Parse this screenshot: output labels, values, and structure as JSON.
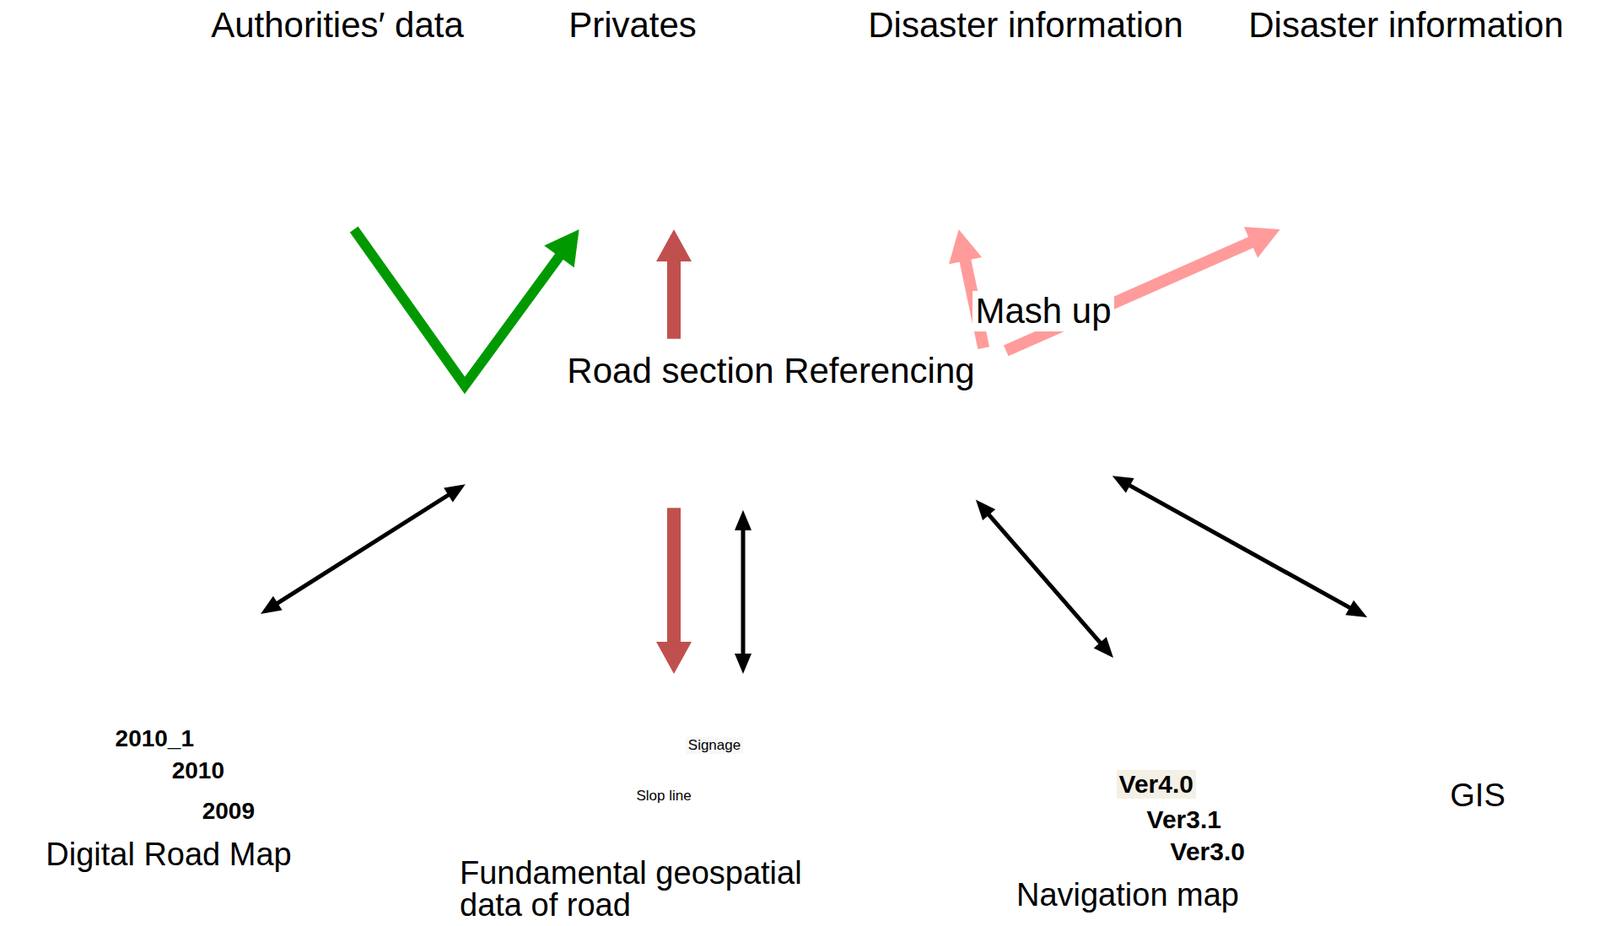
{
  "diagram": {
    "nodes": [
      {
        "text": [
          "Authorities′ data"
        ]
      },
      {
        "text": [
          "Privates"
        ]
      },
      {
        "text": [
          "Disaster information"
        ]
      },
      {
        "text": [
          "Disaster information"
        ]
      },
      {
        "text": [
          "Mash up"
        ]
      },
      {
        "text": [
          "Road section Referencing"
        ]
      },
      {
        "text": [
          "2010_1",
          "2010",
          "2009",
          "Digital Road Map"
        ]
      },
      {
        "text": [
          "Signage",
          "Slop line",
          "Fundamental geospatial data of road"
        ]
      },
      {
        "text": [
          "Ver4.0",
          "Ver3.1",
          "Ver3.0",
          "Navigation map"
        ]
      },
      {
        "text": [
          "GIS"
        ]
      }
    ],
    "edges": [
      {
        "from": 0,
        "to": 1,
        "arrow": "to"
      },
      {
        "from": 5,
        "to": 1,
        "arrow": "to"
      },
      {
        "from": 5,
        "to": 7,
        "arrow": "to"
      },
      {
        "from": 5,
        "to": 2,
        "arrow": "to"
      },
      {
        "from": 5,
        "to": 3,
        "arrow": "to"
      },
      {
        "from": 5,
        "to": 6,
        "arrow": "both"
      },
      {
        "from": 5,
        "to": 7,
        "arrow": "both"
      },
      {
        "from": 5,
        "to": 8,
        "arrow": "both"
      },
      {
        "from": 5,
        "to": 9,
        "arrow": "both"
      }
    ]
  }
}
